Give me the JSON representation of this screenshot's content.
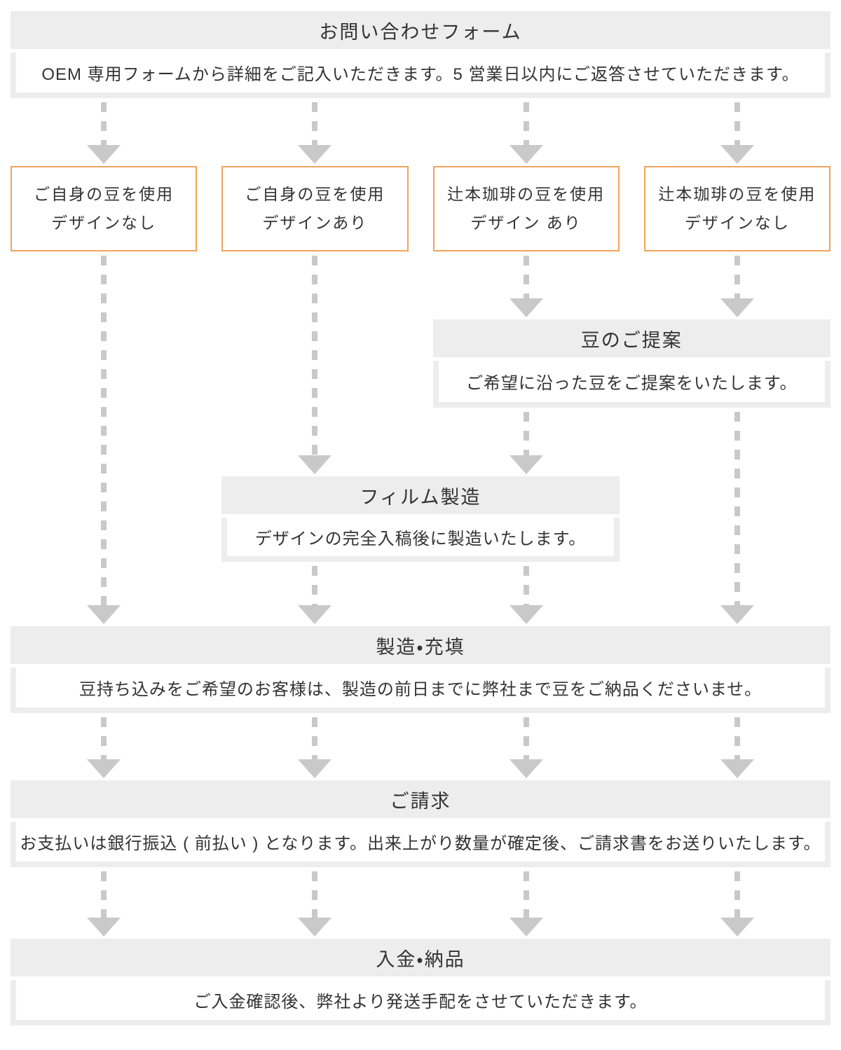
{
  "colors": {
    "accent": "#f1a45b",
    "section_bg": "#ededed",
    "connector": "#c9c9c9",
    "text": "#333333"
  },
  "sections": {
    "contact": {
      "title": "お問い合わせフォーム",
      "description": "OEM 専用フォームから詳細をご記入いただきます。5 営業日以内にご返答させていただきます。"
    },
    "bean_proposal": {
      "title": "豆のご提案",
      "description": "ご希望に沿った豆をご提案をいたします。"
    },
    "film_production": {
      "title": "フィルム製造",
      "description": "デザインの完全入稿後に製造いたします。"
    },
    "manufacturing_filling": {
      "title": "製造・充填",
      "description": "豆持ち込みをご希望のお客様は、製造の前日までに弊社まで豆をご納品くださいませ。"
    },
    "billing": {
      "title": "ご請求",
      "description": "お支払いは銀行振込 ( 前払い ) となります。出来上がり数量が確定後、ご請求書をお送りいたします。"
    },
    "payment_delivery": {
      "title": "入金・納品",
      "description": "ご入金確認後、弊社より発送手配をさせていただきます。"
    }
  },
  "options": [
    {
      "line1": "ご自身の豆を使用",
      "line2": "デザインなし"
    },
    {
      "line1": "ご自身の豆を使用",
      "line2": "デザインあり"
    },
    {
      "line1": "辻本珈琲の豆を使用",
      "line2": "デザイン あり"
    },
    {
      "line1": "辻本珈琲の豆を使用",
      "line2": "デザインなし"
    }
  ]
}
